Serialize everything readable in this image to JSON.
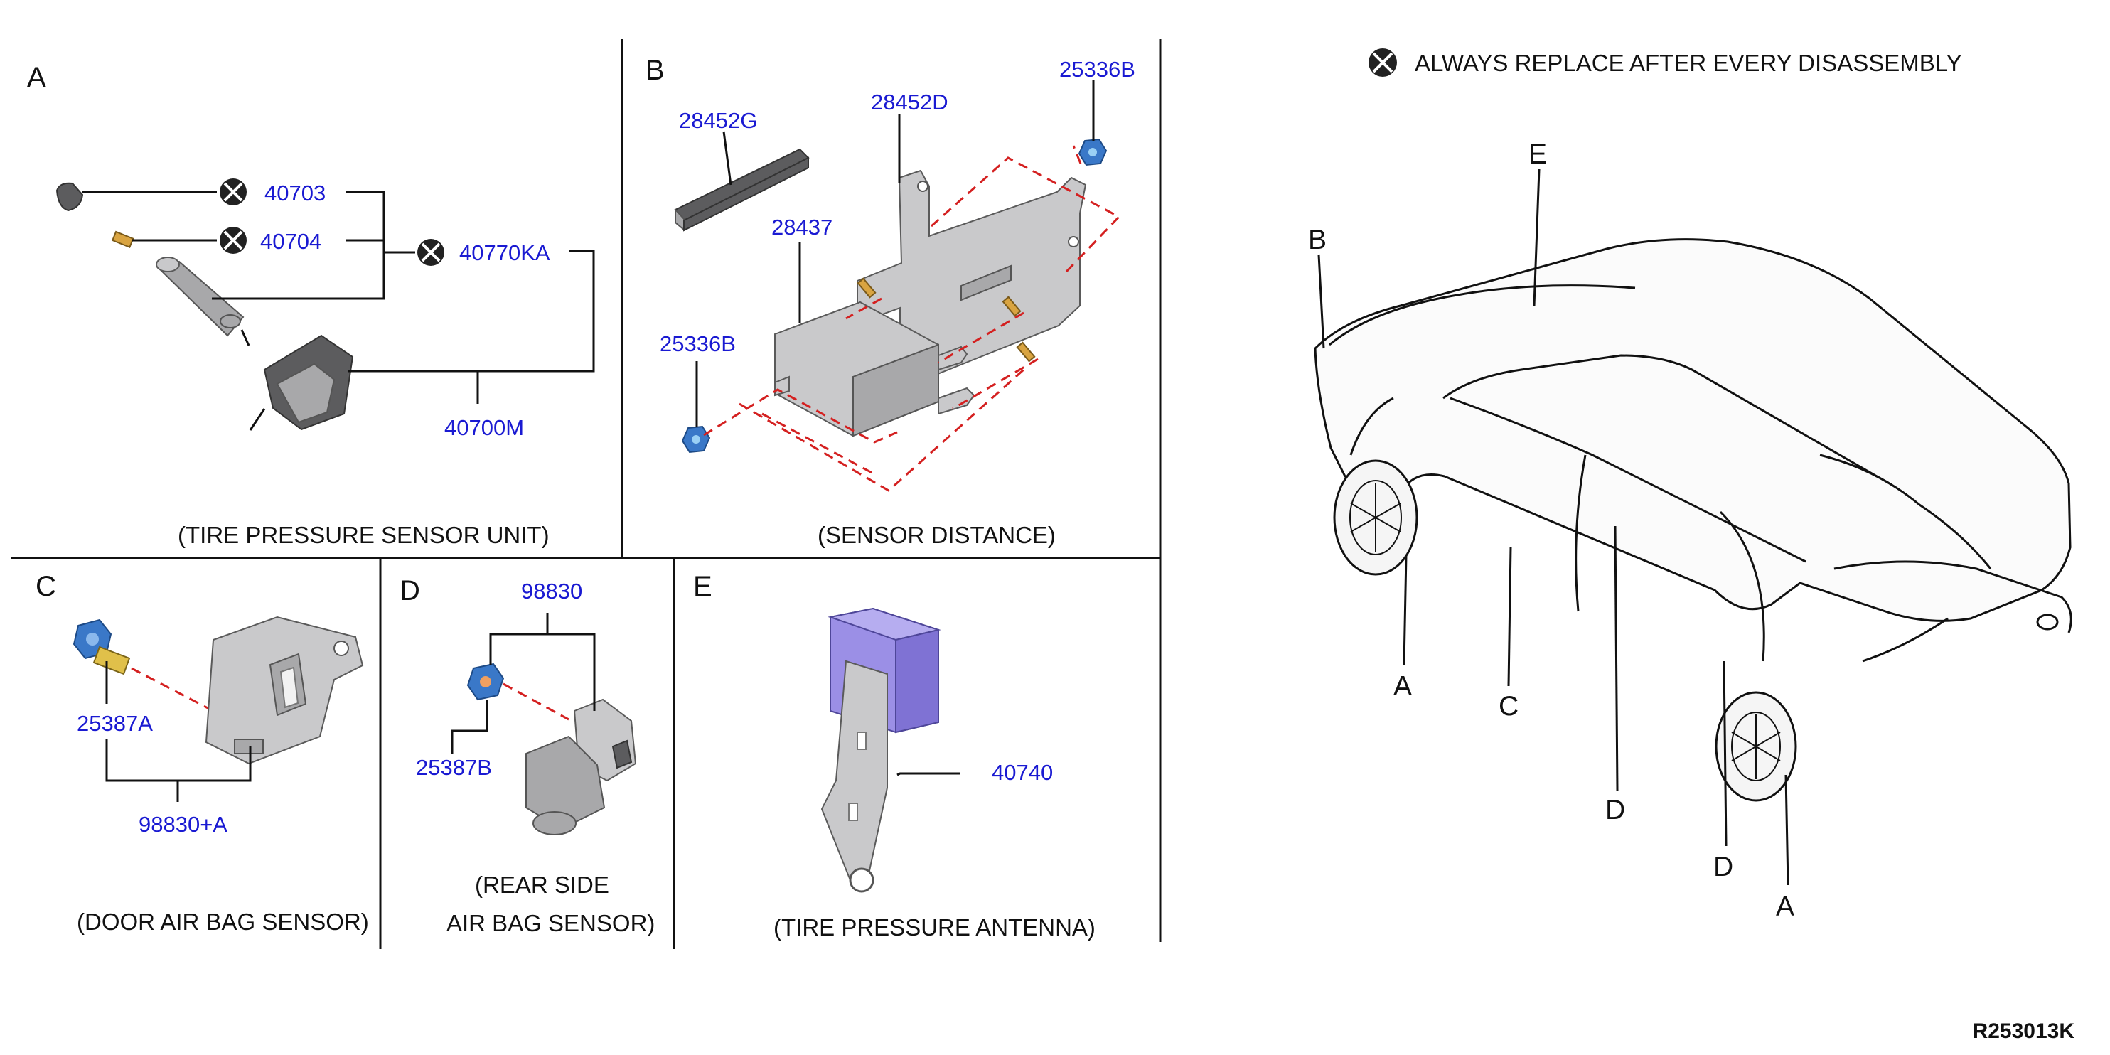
{
  "legend": {
    "icon": "x-circle-icon",
    "text": "ALWAYS REPLACE AFTER EVERY DISASSEMBLY"
  },
  "sections": {
    "A": {
      "letter": "A",
      "caption": "(TIRE PRESSURE SENSOR UNIT)",
      "parts": [
        "40703",
        "40704",
        "40770KA",
        "40700M"
      ]
    },
    "B": {
      "letter": "B",
      "caption": "(SENSOR DISTANCE)",
      "parts": [
        "28452G",
        "28452D",
        "25336B",
        "28437",
        "25336B"
      ]
    },
    "C": {
      "letter": "C",
      "caption": "(DOOR AIR BAG SENSOR)",
      "parts": [
        "25387A",
        "98830+A"
      ]
    },
    "D": {
      "letter": "D",
      "caption_line1": "(REAR SIDE",
      "caption_line2": "AIR BAG SENSOR)",
      "parts": [
        "98830",
        "25387B"
      ]
    },
    "E": {
      "letter": "E",
      "caption": "(TIRE PRESSURE ANTENNA)",
      "parts": [
        "40740"
      ]
    }
  },
  "vehicle_labels": [
    "E",
    "B",
    "A",
    "C",
    "D",
    "D",
    "A"
  ],
  "diagram_code": "R253013K",
  "colors": {
    "part_number": "#1a1ad2",
    "dashed_guide": "#d42020",
    "fastener": "#3a78c8",
    "antenna": "#9b8fe6"
  }
}
